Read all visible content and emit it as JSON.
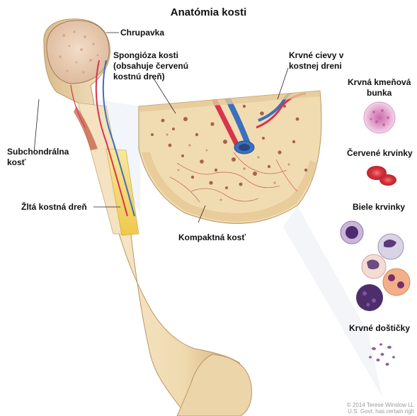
{
  "title": "Anatómia kosti",
  "labels": {
    "chrupavka": "Chrupavka",
    "spongioza": [
      "Spongióza kosti",
      "(obsahuje červenú",
      "kostnú dreň)"
    ],
    "cievy": [
      "Krvné cievy v",
      "kostnej dreni"
    ],
    "subchondralna": [
      "Subchondrálna",
      "kosť"
    ],
    "zlta": "Žltá kostná dreň",
    "kompaktna": "Kompaktná kosť",
    "kmenova": [
      "Krvná kmeňová",
      "bunka"
    ],
    "cervene": "Červené krvinky",
    "biele": "Biele krvinky",
    "dosticky": "Krvné doštičky"
  },
  "copyright": [
    "© 2014 Terese Winslow LL",
    "U.S. Govt. has certain righ"
  ],
  "colors": {
    "bone": "#f0dcb4",
    "bone_shadow": "#d6b886",
    "marrow_yellow": "#f2d25a",
    "artery": "#d8344a",
    "vein": "#3b6fc0",
    "stem_cell": "#e6a6cf",
    "red_cell": "#d9363e",
    "platelet": "#8c5f9e"
  }
}
